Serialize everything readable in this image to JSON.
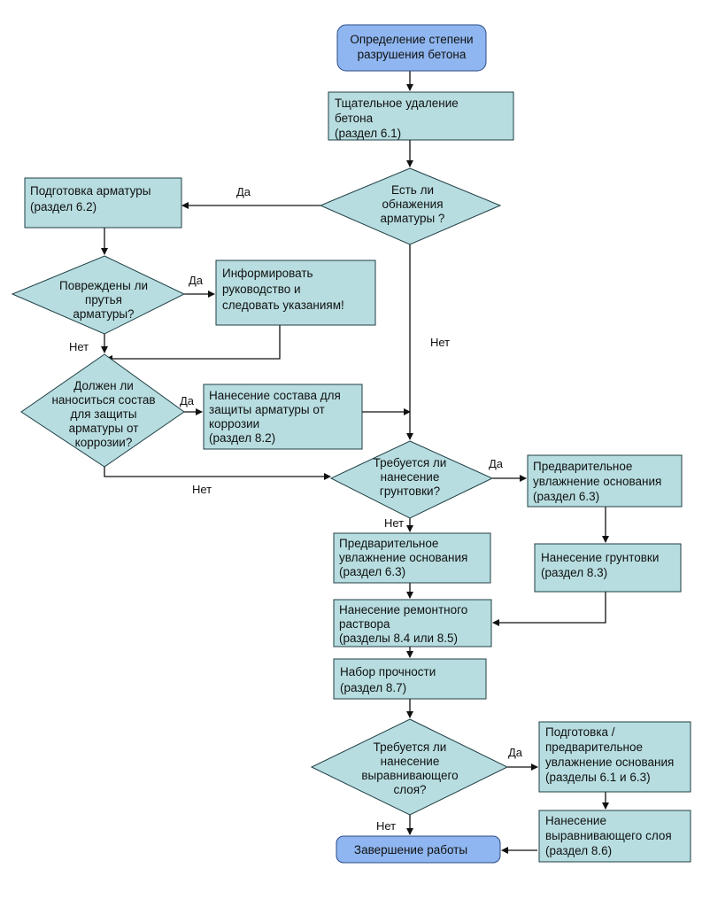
{
  "nodes": {
    "start": [
      "Определение степени",
      "разрушения бетона"
    ],
    "remove": [
      "Тщательное удаление",
      "бетона",
      "(раздел 6.1)"
    ],
    "q_exposed": [
      "Есть ли",
      "обнажения",
      "арматуры ?"
    ],
    "prep_rebar": [
      "Подготовка арматуры",
      "(раздел 6.2)"
    ],
    "q_damaged": [
      "Повреждены ли",
      "прутья",
      "арматуры?"
    ],
    "inform": [
      "Информировать",
      "руководство и",
      "следовать указаниям!"
    ],
    "q_protect": [
      "Должен ли",
      "наноситься состав",
      "для защиты",
      "арматуры от",
      "коррозии?"
    ],
    "apply_protect": [
      "Нанесение состава для",
      "защиты арматуры от",
      "коррозии",
      "(раздел 8.2)"
    ],
    "q_primer": [
      "Требуется ли",
      "нанесение",
      "грунтовки?"
    ],
    "prewet_right": [
      "Предварительное",
      "увлажнение основания",
      "(раздел 6.3)"
    ],
    "prewet_left": [
      "Предварительное",
      "увлажнение основания",
      "(раздел 6.3)"
    ],
    "apply_primer": [
      "Нанесение грунтовки",
      "(раздел 8.3)"
    ],
    "apply_mortar": [
      "Нанесение ремонтного",
      "раствора",
      "(разделы 8.4 или 8.5)"
    ],
    "cure": [
      "Набор прочности",
      "(раздел 8.7)"
    ],
    "q_level": [
      "Требуется ли",
      "нанесение",
      "выравнивающего",
      "слоя?"
    ],
    "prep_level": [
      "Подготовка /",
      "предварительное",
      "увлажнение основания",
      "(разделы 6.1 и 6.3)"
    ],
    "apply_level": [
      "Нанесение",
      "выравнивающего слоя",
      "(раздел 8.6)"
    ],
    "end": [
      "Завершение работы"
    ]
  },
  "edge_labels": {
    "exposed_yes": "Да",
    "exposed_no": "Нет",
    "damaged_yes": "Да",
    "damaged_no": "Нет",
    "protect_yes": "Да",
    "protect_no": "Нет",
    "primer_yes": "Да",
    "primer_no": "Нет",
    "level_yes": "Да",
    "level_no": "Нет"
  }
}
